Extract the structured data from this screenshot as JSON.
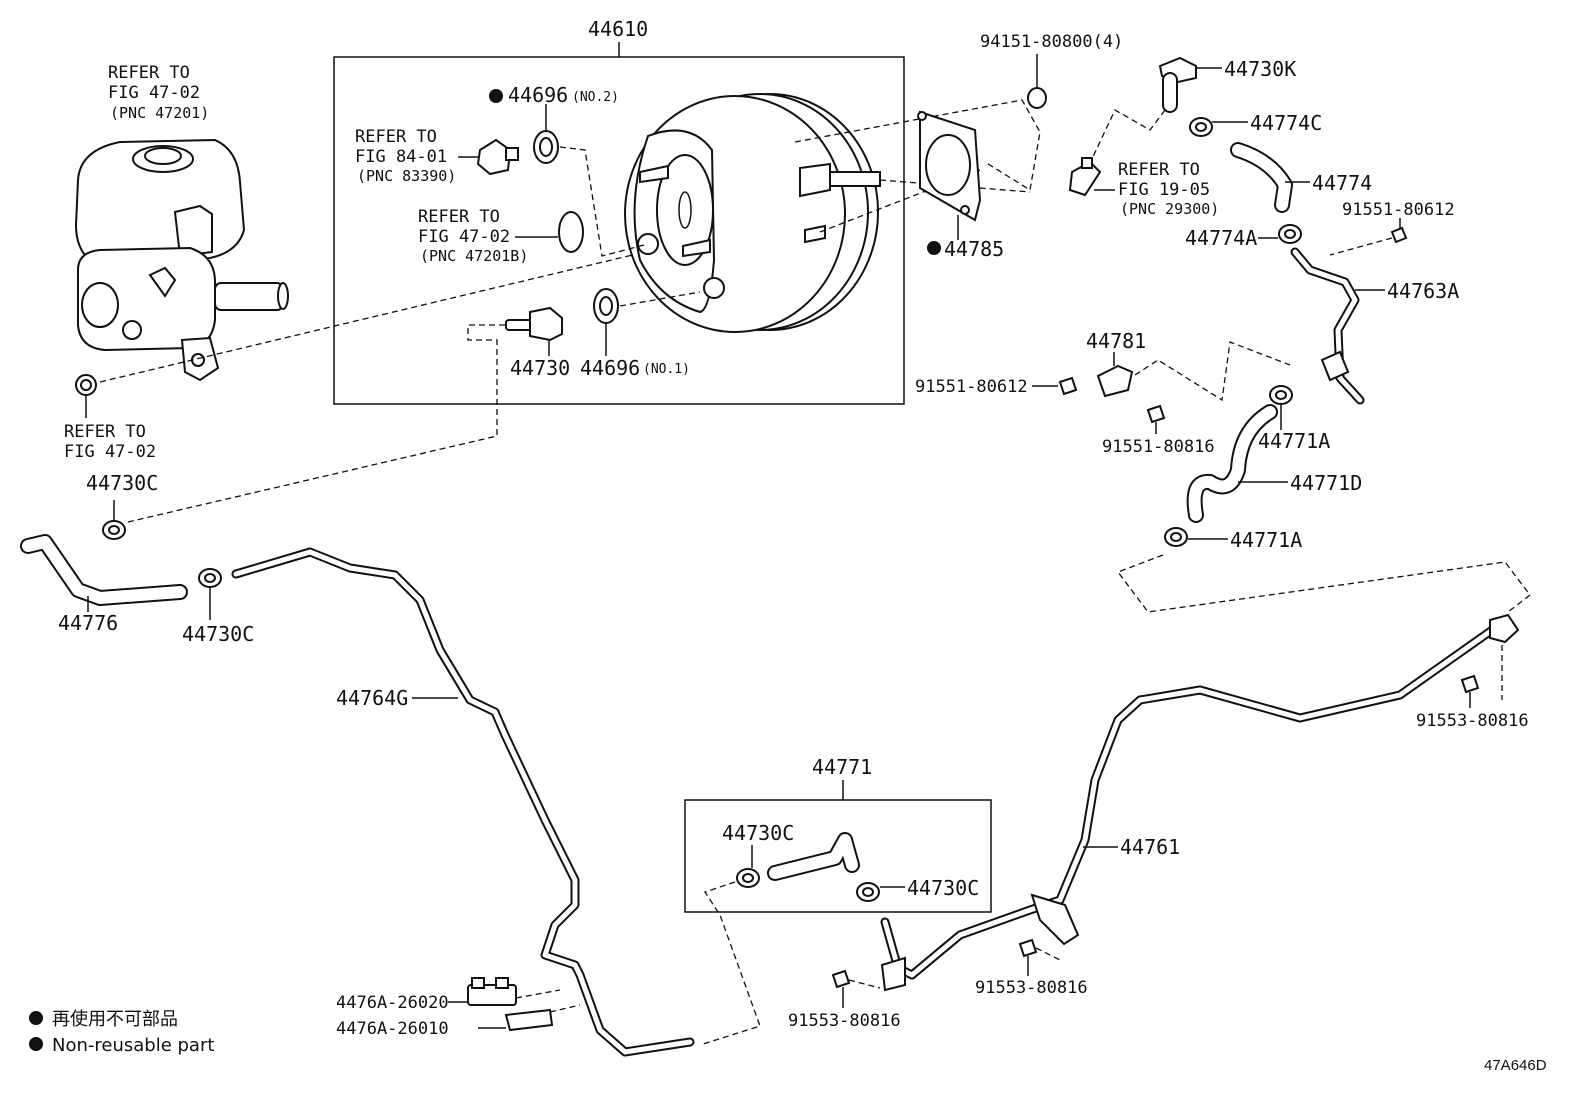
{
  "labels": {
    "p44610": "44610",
    "p44696_no2": "44696",
    "no2": "(NO.2)",
    "p44696_no1": "44696",
    "no1": "(NO.1)",
    "p44730": "44730",
    "p44785": "44785",
    "p94151": "94151-80800(4)",
    "p44730k": "44730K",
    "p44774c": "44774C",
    "p44774": "44774",
    "p44774a": "44774A",
    "p91551_top": "91551-80612",
    "p44763a": "44763A",
    "p44781": "44781",
    "p91551_mid": "91551-80612",
    "p91551_80816": "91551-80816",
    "p44771a_1": "44771A",
    "p44771d": "44771D",
    "p44771a_2": "44771A",
    "p44730c_1": "44730C",
    "p44776": "44776",
    "p44730c_2": "44730C",
    "p44764g": "44764G",
    "p44771": "44771",
    "p44730c_3": "44730C",
    "p44730c_4": "44730C",
    "p44761": "44761",
    "p91553_a": "91553-80816",
    "p91553_b": "91553-80816",
    "p91553_c": "91553-80816",
    "p4476a_26020": "4476A-26020",
    "p4476a_26010": "4476A-26010"
  },
  "refs": {
    "mc": {
      "line1": "REFER TO",
      "line2": "FIG 47-02",
      "line3": "(PNC 47201)"
    },
    "fig84": {
      "line1": "REFER TO",
      "line2": "FIG 84-01",
      "line3": "(PNC 83390)"
    },
    "fig47b": {
      "line1": "REFER TO",
      "line2": "FIG 47-02",
      "line3": "(PNC 47201B)"
    },
    "nut": {
      "line1": "REFER TO",
      "line2": "FIG 47-02"
    },
    "fig19": {
      "line1": "REFER TO",
      "line2": "FIG 19-05",
      "line3": "(PNC 29300)"
    }
  },
  "legend": {
    "jp": "再使用不可部品",
    "en": "Non-reusable part"
  },
  "figure_code": "47A646D"
}
